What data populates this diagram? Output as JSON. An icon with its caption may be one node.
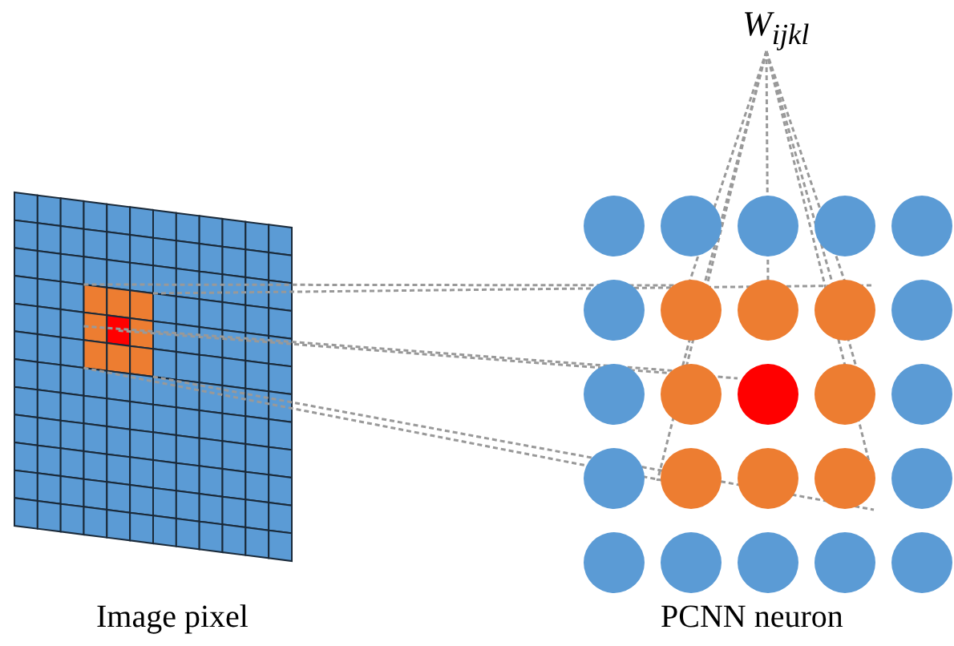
{
  "diagram": {
    "labels": [
      "W$_{ijkl}$",
      "Image pixel",
      "PCNN neuron"
    ]
  }
}
